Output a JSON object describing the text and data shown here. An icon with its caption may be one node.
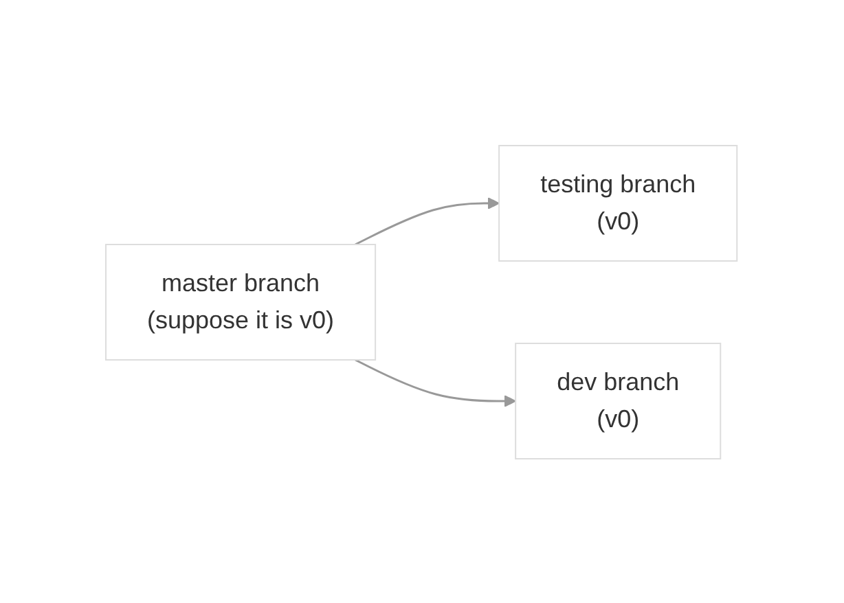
{
  "diagram": {
    "nodes": [
      {
        "text": [
          "master branch",
          "(suppose it is v0)"
        ]
      },
      {
        "text": [
          "testing branch",
          "(v0)"
        ]
      },
      {
        "text": [
          "dev branch",
          "(v0)"
        ]
      }
    ],
    "edges": [
      {
        "from": 0,
        "to": 1,
        "arrow": "to"
      },
      {
        "from": 0,
        "to": 2,
        "arrow": "to"
      }
    ]
  }
}
